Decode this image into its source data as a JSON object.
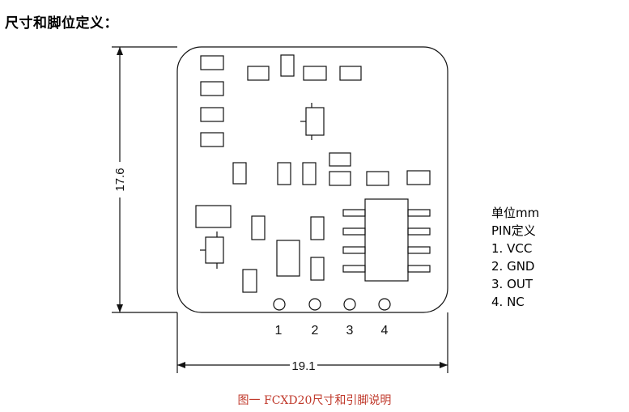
{
  "heading": "尺寸和脚位定义：",
  "dimensions": {
    "height": "17.6",
    "width": "19.1"
  },
  "pins": [
    "1",
    "2",
    "3",
    "4"
  ],
  "legend": {
    "unit": "单位mm",
    "pin_title": "PIN定义",
    "items": [
      "1. VCC",
      "2. GND",
      "3. OUT",
      "4. NC"
    ]
  },
  "caption": "图一 FCXD20尺寸和引脚说明"
}
